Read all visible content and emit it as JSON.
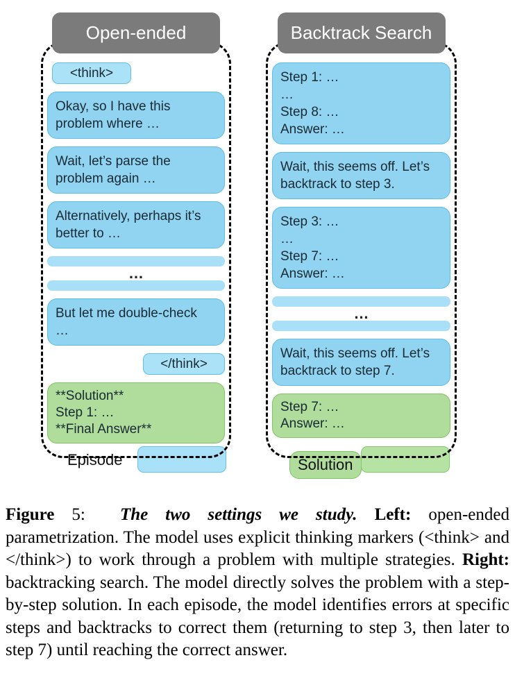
{
  "figure": {
    "panels": [
      {
        "title": "Open-ended",
        "items": [
          {
            "kind": "tag",
            "text": "<think>",
            "align": "left"
          },
          {
            "kind": "bubble",
            "text": "Okay, so I have this\nproblem where …"
          },
          {
            "kind": "bubble",
            "text": "Wait, let’s parse the\nproblem again …"
          },
          {
            "kind": "bubble",
            "text": "Alternatively, perhaps it’s\nbetter to …"
          },
          {
            "kind": "bar"
          },
          {
            "kind": "dots",
            "text": "…"
          },
          {
            "kind": "bar"
          },
          {
            "kind": "bubble",
            "text": "But let me double-check\n…"
          },
          {
            "kind": "tag",
            "text": "</think>",
            "align": "right"
          },
          {
            "kind": "solution",
            "text": "**Solution**\nStep 1: …\n**Final Answer**"
          }
        ]
      },
      {
        "title": "Backtrack Search",
        "items": [
          {
            "kind": "bubble",
            "text": "Step 1: …\n…\nStep 8: …\nAnswer: …"
          },
          {
            "kind": "bubble",
            "text": "Wait, this seems off. Let’s\nbacktrack to step 3."
          },
          {
            "kind": "bubble",
            "text": "Step 3: …\n…\nStep 7: …\nAnswer: …"
          },
          {
            "kind": "bar"
          },
          {
            "kind": "dots",
            "text": "…"
          },
          {
            "kind": "bar"
          },
          {
            "kind": "bubble",
            "text": "Wait, this seems off. Let’s\nbacktrack to step 7."
          },
          {
            "kind": "solution",
            "text": "Step 7: …\nAnswer: …"
          }
        ]
      }
    ],
    "legend": [
      {
        "label": "Episode",
        "swatch_color": "#a9e1f8"
      },
      {
        "label": "Solution",
        "swatch_color": "#b6e3a3"
      }
    ],
    "colors": {
      "header_bg": "#7b7b7b",
      "header_text": "#ffffff",
      "episode_blue": "#90d4f2",
      "episode_blue_border": "#5ebde2",
      "light_blue": "#abe2f8",
      "solution_green": "#b0dd9b",
      "solution_green_border": "#7ec566",
      "dashed_border": "#000000"
    }
  },
  "caption": {
    "segments": [
      {
        "text": "Figure ",
        "style": "bold"
      },
      {
        "text": "5:  ",
        "style": "normal"
      },
      {
        "text": "The two settings we study. ",
        "style": "bolditalic"
      },
      {
        "text": "Left: ",
        "style": "bold"
      },
      {
        "text": "open-ended parametrization. The model uses explicit thinking markers (<think> and </think>) to work through a problem with multiple strategies. ",
        "style": "normal"
      },
      {
        "text": "Right: ",
        "style": "bold"
      },
      {
        "text": "backtracking search. The model directly solves the problem with a step-by-step solution. In each episode, the model identifies errors at specific steps and backtracks to correct them (returning to step 3, then later to step 7) until reaching the correct answer.",
        "style": "normal"
      }
    ]
  }
}
